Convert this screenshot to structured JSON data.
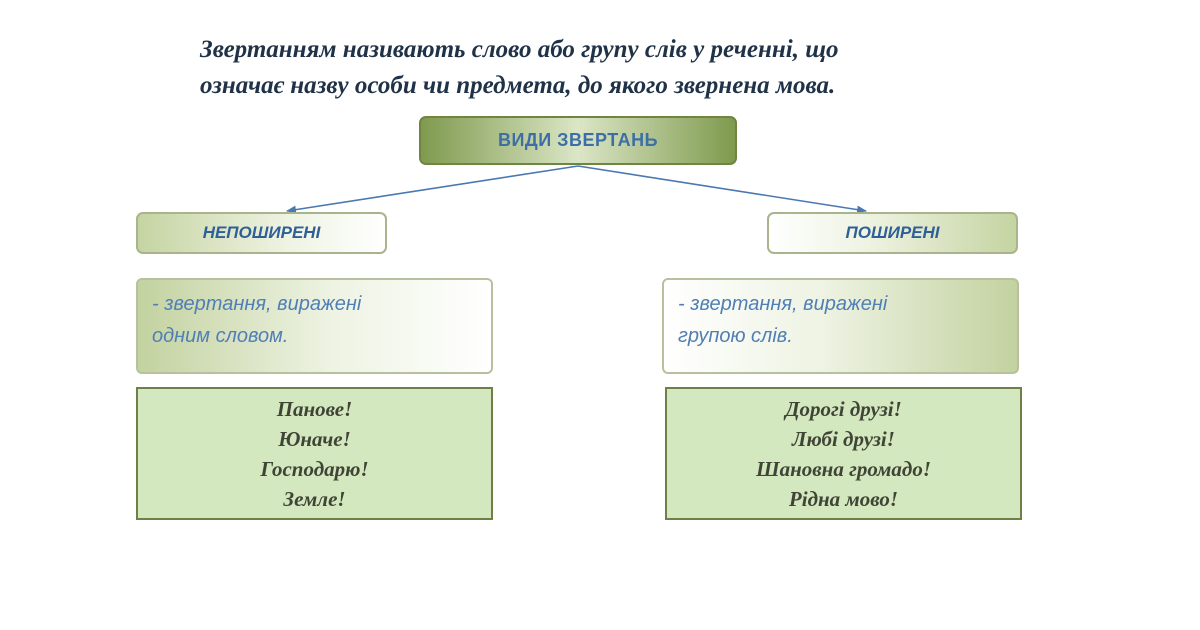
{
  "definition": {
    "line1": "Звертанням називають слово або групу слів у реченні, що",
    "line2": "означає назву особи чи предмета, до якого звернена мова."
  },
  "diagram": {
    "root": "ВИДИ ЗВЕРТАНЬ",
    "branches": [
      {
        "label": "НЕПОШИРЕНІ",
        "description_lines": [
          "- звертання, виражені",
          "одним словом."
        ],
        "examples": [
          "Панове!",
          "Юначе!",
          "Господарю!",
          "Земле!"
        ]
      },
      {
        "label": "ПОШИРЕНІ",
        "description_lines": [
          "- звертання, виражені",
          "групою слів."
        ],
        "examples": [
          "Дорогі друзі!",
          "Любі друзі!",
          "Шановна громадо!",
          "Рідна мово!"
        ]
      }
    ]
  },
  "colors": {
    "arrow": "#4a78b0",
    "title_text": "#1f3247",
    "root_text": "#3d6fa6",
    "example_fill": "#d4e8bf"
  }
}
